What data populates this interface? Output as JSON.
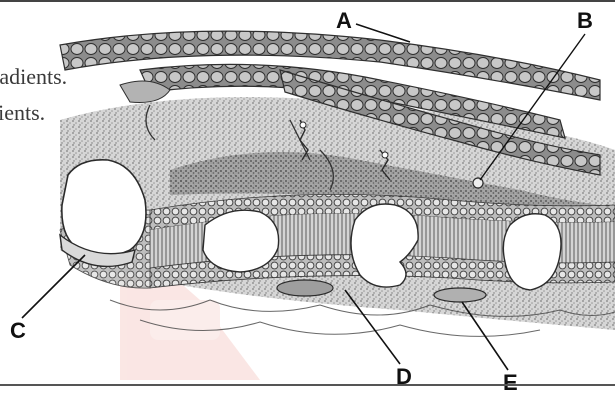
{
  "background_text": {
    "line1": "radients.",
    "line2": "lients."
  },
  "labels": {
    "a": "A",
    "b": "B",
    "c": "C",
    "d": "D",
    "e": "E"
  },
  "colors": {
    "ink": "#111111",
    "membrane": "#8a8a8a",
    "protein_fill": "#ffffff",
    "watermark": "#f4c9c4"
  },
  "figure_subject": "cell membrane with embedded proteins and cytoskeletal filaments"
}
